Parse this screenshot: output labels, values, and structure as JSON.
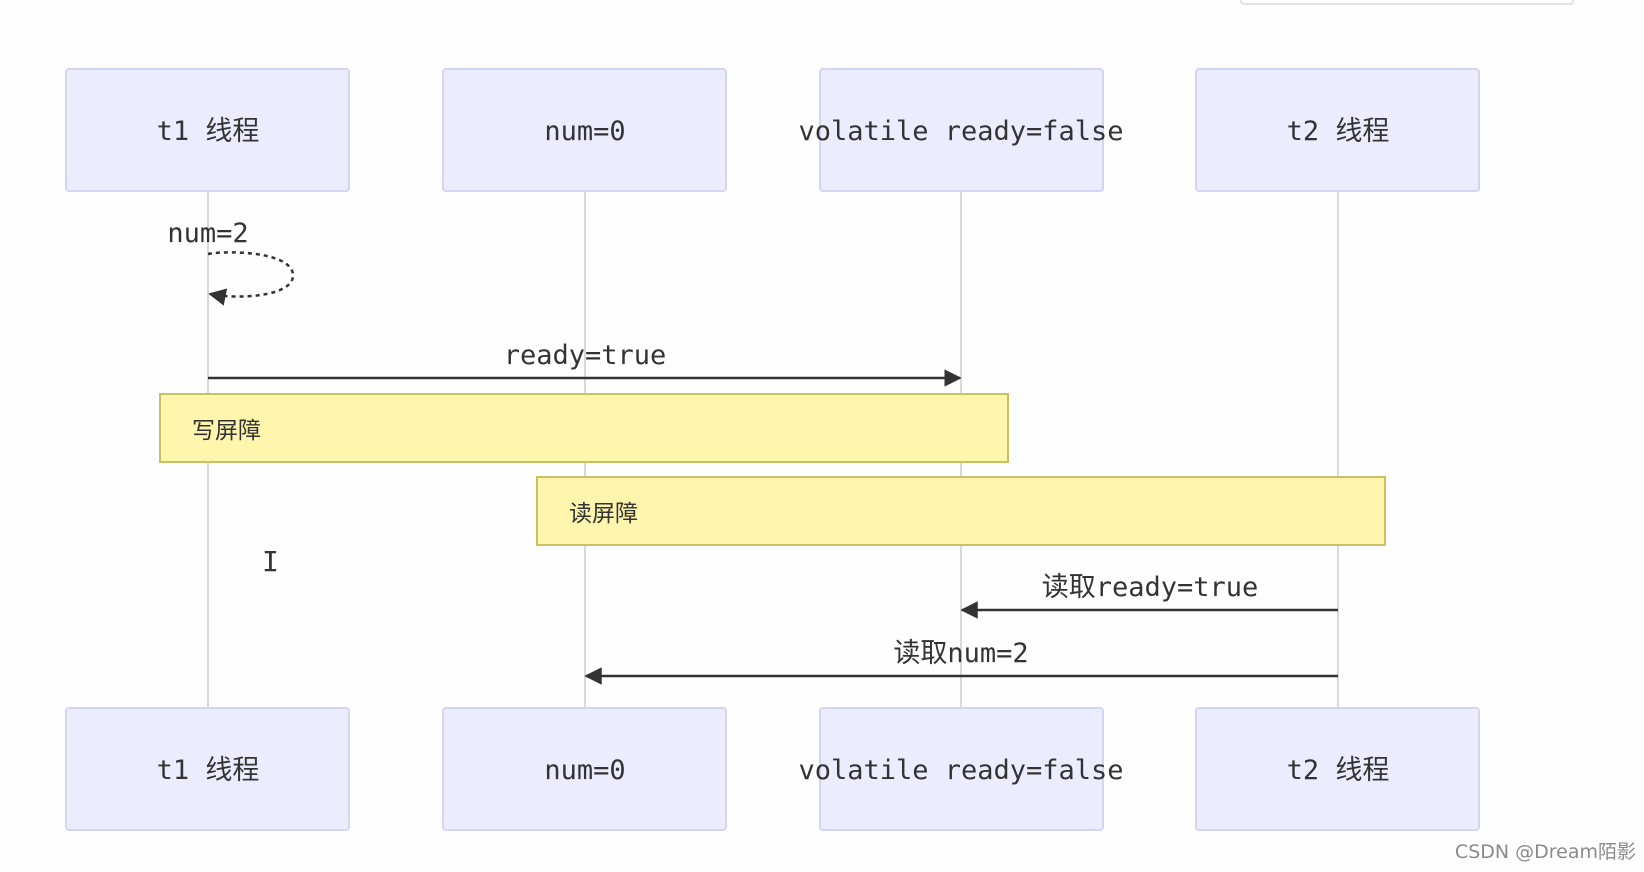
{
  "participants": [
    {
      "id": "t1",
      "label": "t1 线程"
    },
    {
      "id": "num",
      "label": "num=0"
    },
    {
      "id": "ready",
      "label": "volatile ready=false"
    },
    {
      "id": "t2",
      "label": "t2 线程"
    }
  ],
  "messages": [
    {
      "from": "t1",
      "to": "t1",
      "label": "num=2",
      "style": "dotted"
    },
    {
      "from": "t1",
      "to": "ready",
      "label": "ready=true",
      "style": "solid"
    },
    {
      "from": "t2",
      "to": "ready",
      "label": "读取ready=true",
      "style": "solid"
    },
    {
      "from": "t2",
      "to": "num",
      "label": "读取num=2",
      "style": "solid"
    }
  ],
  "notes": [
    {
      "over": [
        "t1",
        "ready"
      ],
      "label": "写屏障"
    },
    {
      "over": [
        "num",
        "t2"
      ],
      "label": "读屏障"
    }
  ],
  "colors": {
    "actor_fill": "#ececff",
    "actor_border": "#d4d4f6",
    "note_fill": "#fff5ad",
    "note_border": "#c8c164",
    "line": "#333333",
    "lifeline": "#d9d9d9"
  },
  "cursor_icon": "text-cursor-icon",
  "watermark": "CSDN @Dream陌影"
}
